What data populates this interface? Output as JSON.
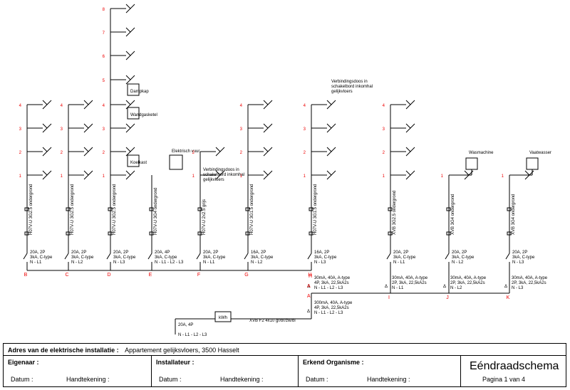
{
  "circuits": [
    {
      "id": "B",
      "cable": "H07V-U 3G2.5 ondergrond",
      "breaker_lines": [
        "20A, 2P",
        "3kA, C-type",
        "N - L1"
      ],
      "points": [
        "1",
        "2",
        "3",
        "4"
      ],
      "loads": []
    },
    {
      "id": "C",
      "cable": "H07V-U 3G2.5 ondergrond",
      "breaker_lines": [
        "20A, 2P",
        "3kA, C-type",
        "N - L2"
      ],
      "points": [
        "1",
        "2",
        "3",
        "4"
      ],
      "loads": []
    },
    {
      "id": "D",
      "cable": "H07V-U 3G2.5 ondergrond",
      "breaker_lines": [
        "20A, 2P",
        "3kA, C-type",
        "N - L3"
      ],
      "points": [
        "1",
        "2",
        "3",
        "4",
        "5",
        "6",
        "7",
        "8"
      ],
      "loads": [
        "Koelkast",
        "Wandgasketel",
        "Dampkap"
      ]
    },
    {
      "id": "E",
      "cable": "H07V-U 3G4 ondergrond",
      "breaker_lines": [
        "20A, 4P",
        "3kA, C-type",
        "N - L1 - L2 - L3"
      ],
      "points": [],
      "loads": [
        "Elektrisch vuur"
      ]
    },
    {
      "id": "F",
      "cable": "H07V-U 2x2.5 grijs",
      "breaker_lines": [
        "20A, 2P",
        "3kA, C-type",
        "N - L1"
      ],
      "points": [
        "1",
        "2"
      ],
      "loads": [
        "Verbindingsdoos in schakelbord inkomhal gelijkvloers"
      ]
    },
    {
      "id": "G",
      "cable": "H07V-U 3G1.5 ondergrond",
      "breaker_lines": [
        "16A, 2P",
        "3kA, C-type",
        "N - L2"
      ],
      "points": [
        "1",
        "2",
        "3",
        "4"
      ],
      "loads": []
    },
    {
      "id": "H",
      "cable": "H07V-U 3G1.5 ondergrond",
      "breaker_lines": [
        "16A, 2P",
        "3kA, C-type",
        "N - L3"
      ],
      "points": [
        "1",
        "2",
        "3",
        "4"
      ],
      "loads": [
        "Verbindingsdoos in schakelbord inkomhal gelijkvloers"
      ]
    },
    {
      "id": "I",
      "cable": "XVB 3G2.5 ondergrond",
      "breaker_lines": [
        "20A, 2P",
        "3kA, C-type",
        "N - L1"
      ],
      "points": [
        "1",
        "2",
        "3",
        "4"
      ],
      "loads": []
    },
    {
      "id": "J",
      "cable": "XVB 3G4 ondergrond",
      "breaker_lines": [
        "20A, 2P",
        "3kA, C-type",
        "N - L2"
      ],
      "points": [
        "1"
      ],
      "loads": [
        "Wasmachine"
      ]
    },
    {
      "id": "K",
      "cable": "XVB 3G4 ondergrond",
      "breaker_lines": [
        "20A, 2P",
        "3kA, C-type",
        "N - L3"
      ],
      "points": [
        "1"
      ],
      "loads": [
        "Vaatwasser"
      ]
    }
  ],
  "rcd": {
    "H": {
      "lines": [
        "30mA, 40A, A-type",
        "4P, 3kA, 22,5kA2s",
        "N - L1 - L2 - L3"
      ]
    },
    "I": {
      "lines": [
        "30mA, 40A, A-type",
        "2P, 3kA, 22,5kA2s",
        "N - L1"
      ]
    },
    "J": {
      "lines": [
        "30mA, 40A, A-type",
        "2P, 3kA, 22,5kA2s",
        "N - L2"
      ]
    },
    "K": {
      "lines": [
        "30mA, 40A, A-type",
        "2P, 3kA, 22,5kA2s",
        "N - L3"
      ]
    },
    "A": {
      "lines": [
        "300mA, 40A, A-type",
        "4P, 3kA, 22,5kA2s",
        "N - L1 - L2 - L3"
      ]
    }
  },
  "main": {
    "breaker_lines": [
      "20A, 4P",
      "",
      "N - L1 - L2 - L3"
    ],
    "meter": "kWh",
    "supply": "XVB  F2  4x10  gr/br/zw/bl"
  },
  "bus_labels": {
    "A1": "A",
    "A2": "A"
  },
  "titleblock": {
    "address_label": "Adres van de elektrische installatie :",
    "address_value": "Appartement gelijksvloers,      3500  Hasselt",
    "owner_title": "Eigenaar :",
    "installer_title": "Installateur :",
    "org_title": "Erkend Organisme :",
    "date_label": "Datum :",
    "sign_label": "Handtekening :",
    "doc_title": "Eéndraadschema",
    "page": "Pagina 1 van 4"
  }
}
